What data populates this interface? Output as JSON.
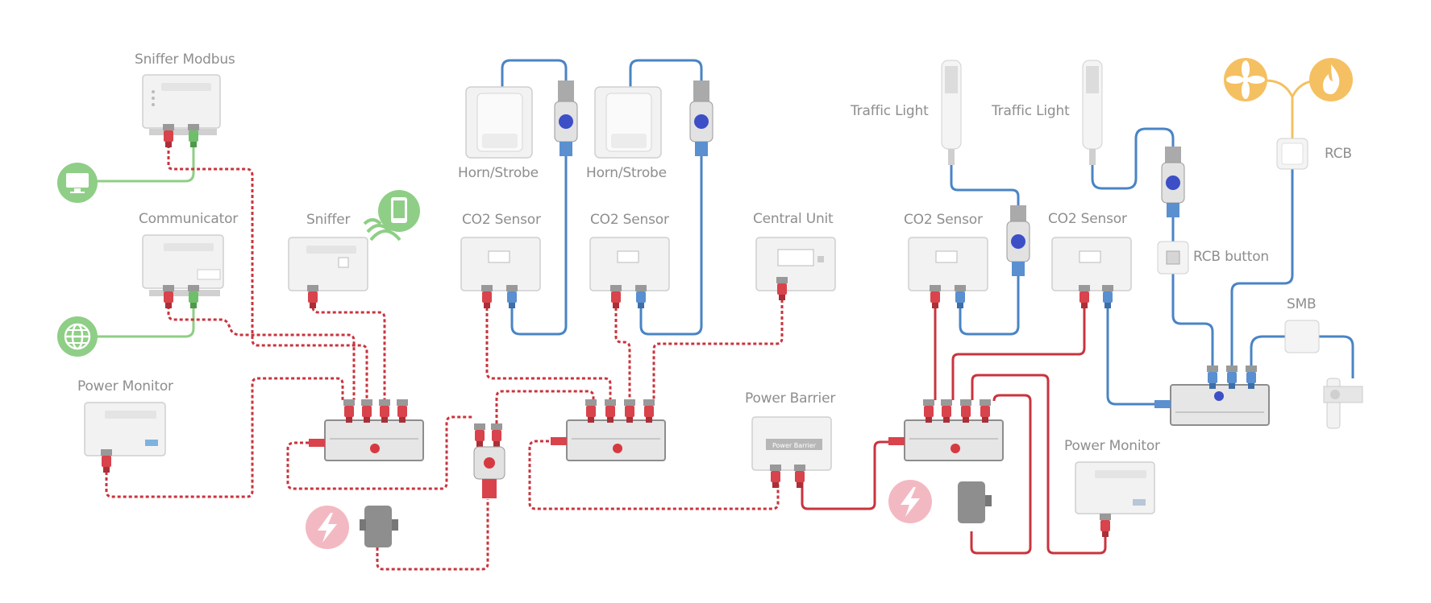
{
  "labels": {
    "sniffer_modbus": "Sniffer Modbus",
    "communicator": "Communicator",
    "power_monitor_left": "Power Monitor",
    "sniffer": "Sniffer",
    "horn_strobe_1": "Horn/Strobe",
    "horn_strobe_2": "Horn/Strobe",
    "co2_sensor_1": "CO2 Sensor",
    "co2_sensor_2": "CO2 Sensor",
    "central_unit": "Central Unit",
    "power_barrier": "Power Barrier",
    "traffic_light_1": "Traffic Light",
    "traffic_light_2": "Traffic Light",
    "co2_sensor_3": "CO2 Sensor",
    "co2_sensor_4": "CO2 Sensor",
    "rcb": "RCB",
    "rcb_button": "RCB button",
    "smb": "SMB",
    "power_monitor_right": "Power Monitor"
  },
  "device_text": {
    "power_barrier_plate": "Power Barrier"
  },
  "colors": {
    "wire_red": "#c9343e",
    "wire_blue": "#4a84c4",
    "wire_green": "#8fce86",
    "wire_orange": "#f5c061",
    "icon_green": "#8fce86",
    "icon_orange": "#f5c061",
    "icon_pink": "#f3b9c2",
    "hub_dot_red": "#d63a40",
    "hub_dot_blue": "#3c4fc7"
  },
  "icons": [
    "monitor-icon",
    "globe-icon",
    "phone-wifi-icon",
    "lightning-icon",
    "fan-icon",
    "flame-icon"
  ]
}
